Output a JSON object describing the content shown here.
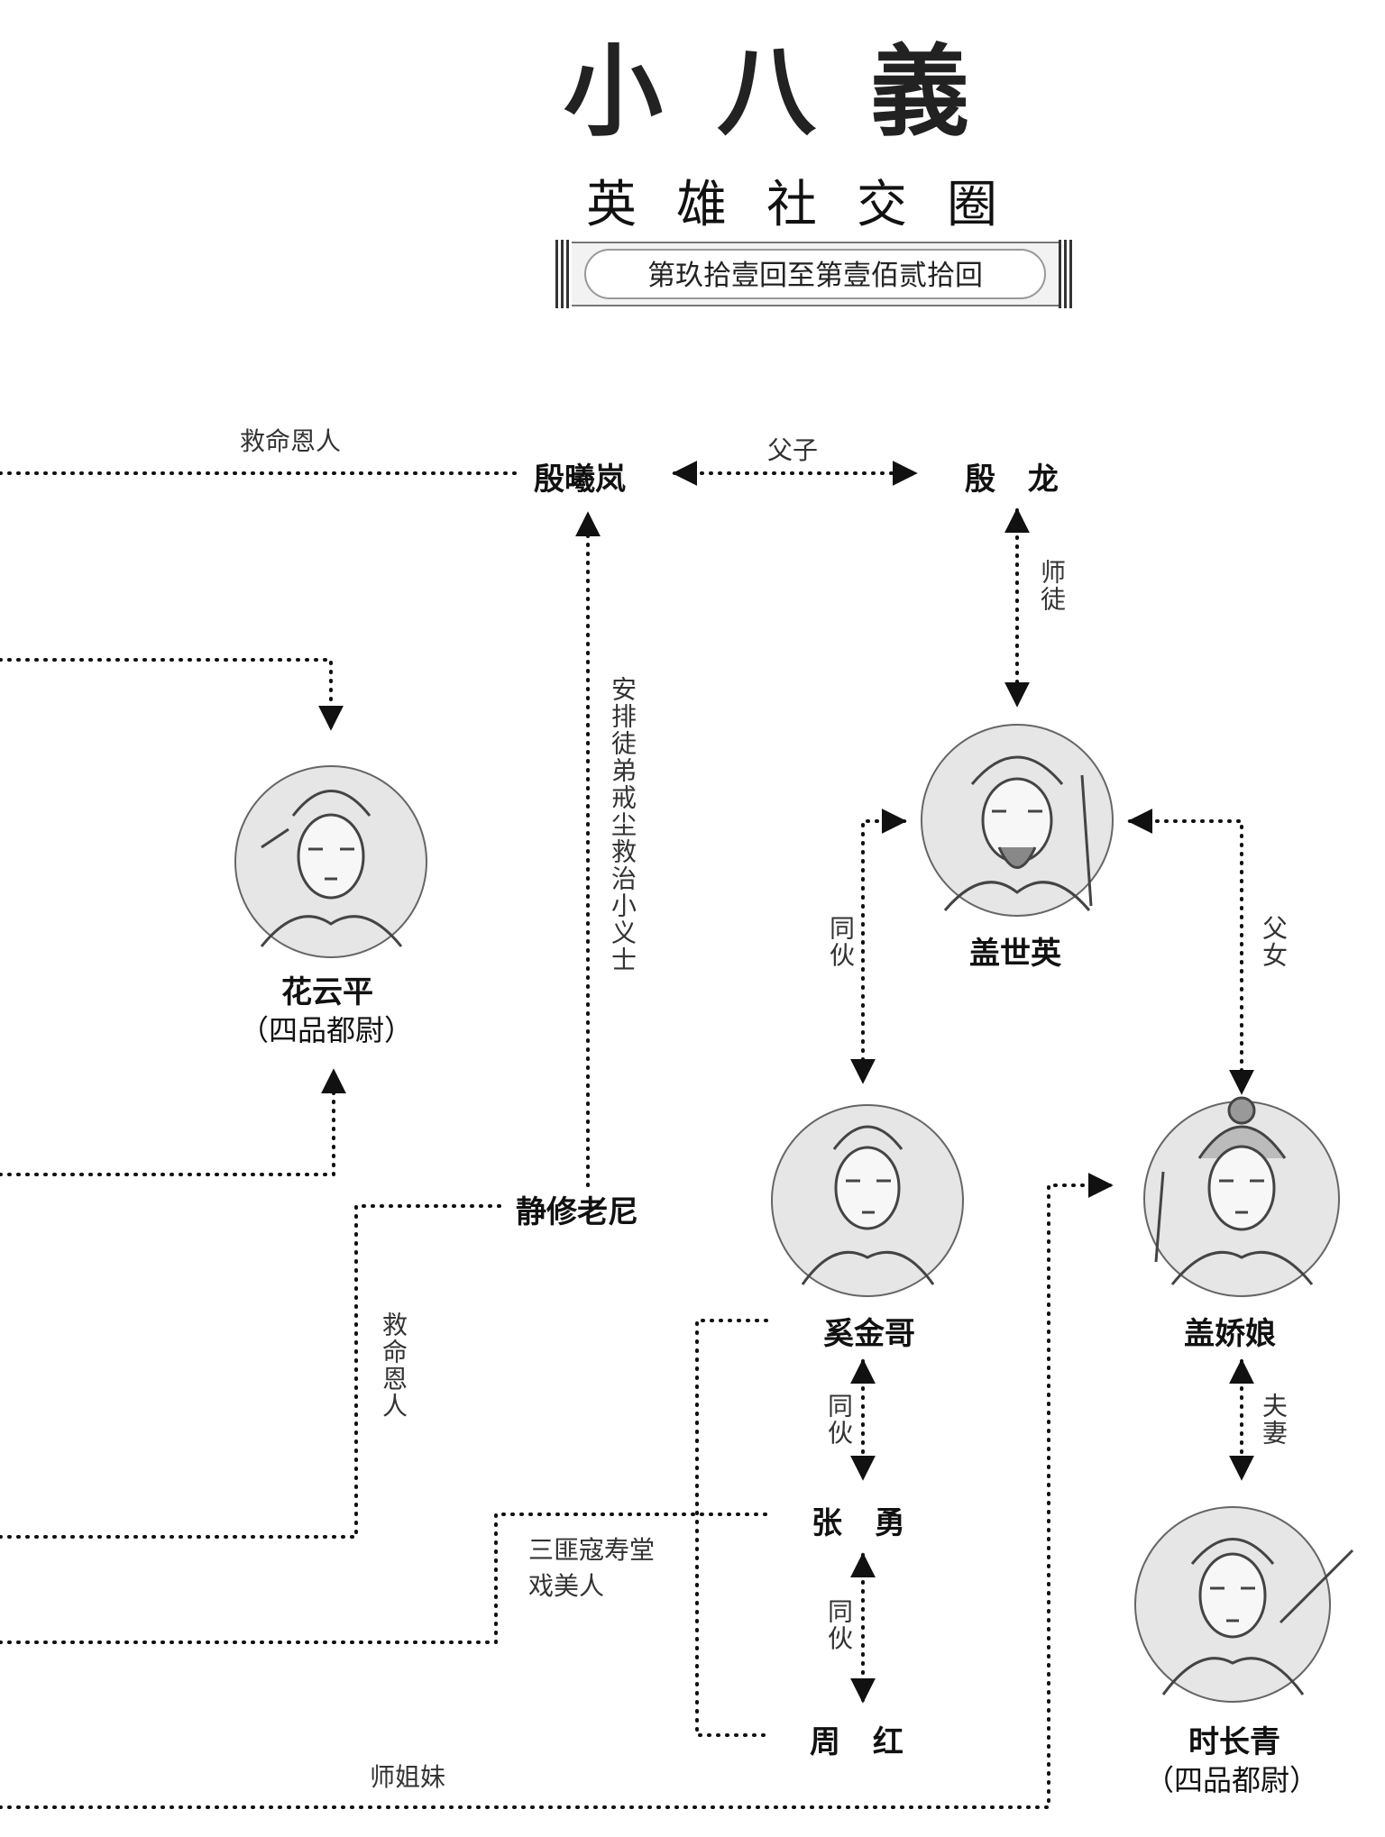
{
  "title": {
    "main": "小八義",
    "subtitle": "英雄社交圈",
    "chapters": "第玖拾壹回至第壹佰贰拾回"
  },
  "characters": {
    "yin_xilan": {
      "name": "殷曦岚",
      "portrait": false
    },
    "yin_long": {
      "name": "殷 龙",
      "portrait": false
    },
    "gai_shiying": {
      "name": "盖世英",
      "portrait": true,
      "icon": "bearded-elder-portrait-icon"
    },
    "hua_yunping": {
      "name": "花云平",
      "rank": "（四品都尉）",
      "portrait": true,
      "icon": "young-hero-portrait-icon"
    },
    "jingxiu": {
      "name": "静修老尼",
      "portrait": false
    },
    "xi_jinge": {
      "name": "奚金哥",
      "portrait": true,
      "icon": "youth-portrait-icon"
    },
    "gai_jiaoniang": {
      "name": "盖娇娘",
      "portrait": true,
      "icon": "heroine-portrait-icon"
    },
    "zhang_yong": {
      "name": "张 勇",
      "portrait": false
    },
    "zhou_hong": {
      "name": "周 红",
      "portrait": false
    },
    "shi_changqing": {
      "name": "时长青",
      "rank": "（四品都尉）",
      "portrait": true,
      "icon": "warrior-portrait-icon"
    }
  },
  "relations": {
    "life_saver_top": "救命恩人",
    "father_son": "父子",
    "master_disciple": "师徒",
    "arrange_disciple": "安排徒弟戒尘救治小义士",
    "companions_1": "同伙",
    "father_daughter": "父女",
    "life_saver_left": "救命恩人",
    "companions_2": "同伙",
    "husband_wife": "夫妻",
    "shouyutang": "三匪寇寿堂戏美人",
    "companions_3": "同伙",
    "sworn_sisters": "师姐妹"
  },
  "colors": {
    "line": "#111111",
    "portrait_bg": "#e6e6e6",
    "text": "#111111",
    "label": "#333333"
  }
}
